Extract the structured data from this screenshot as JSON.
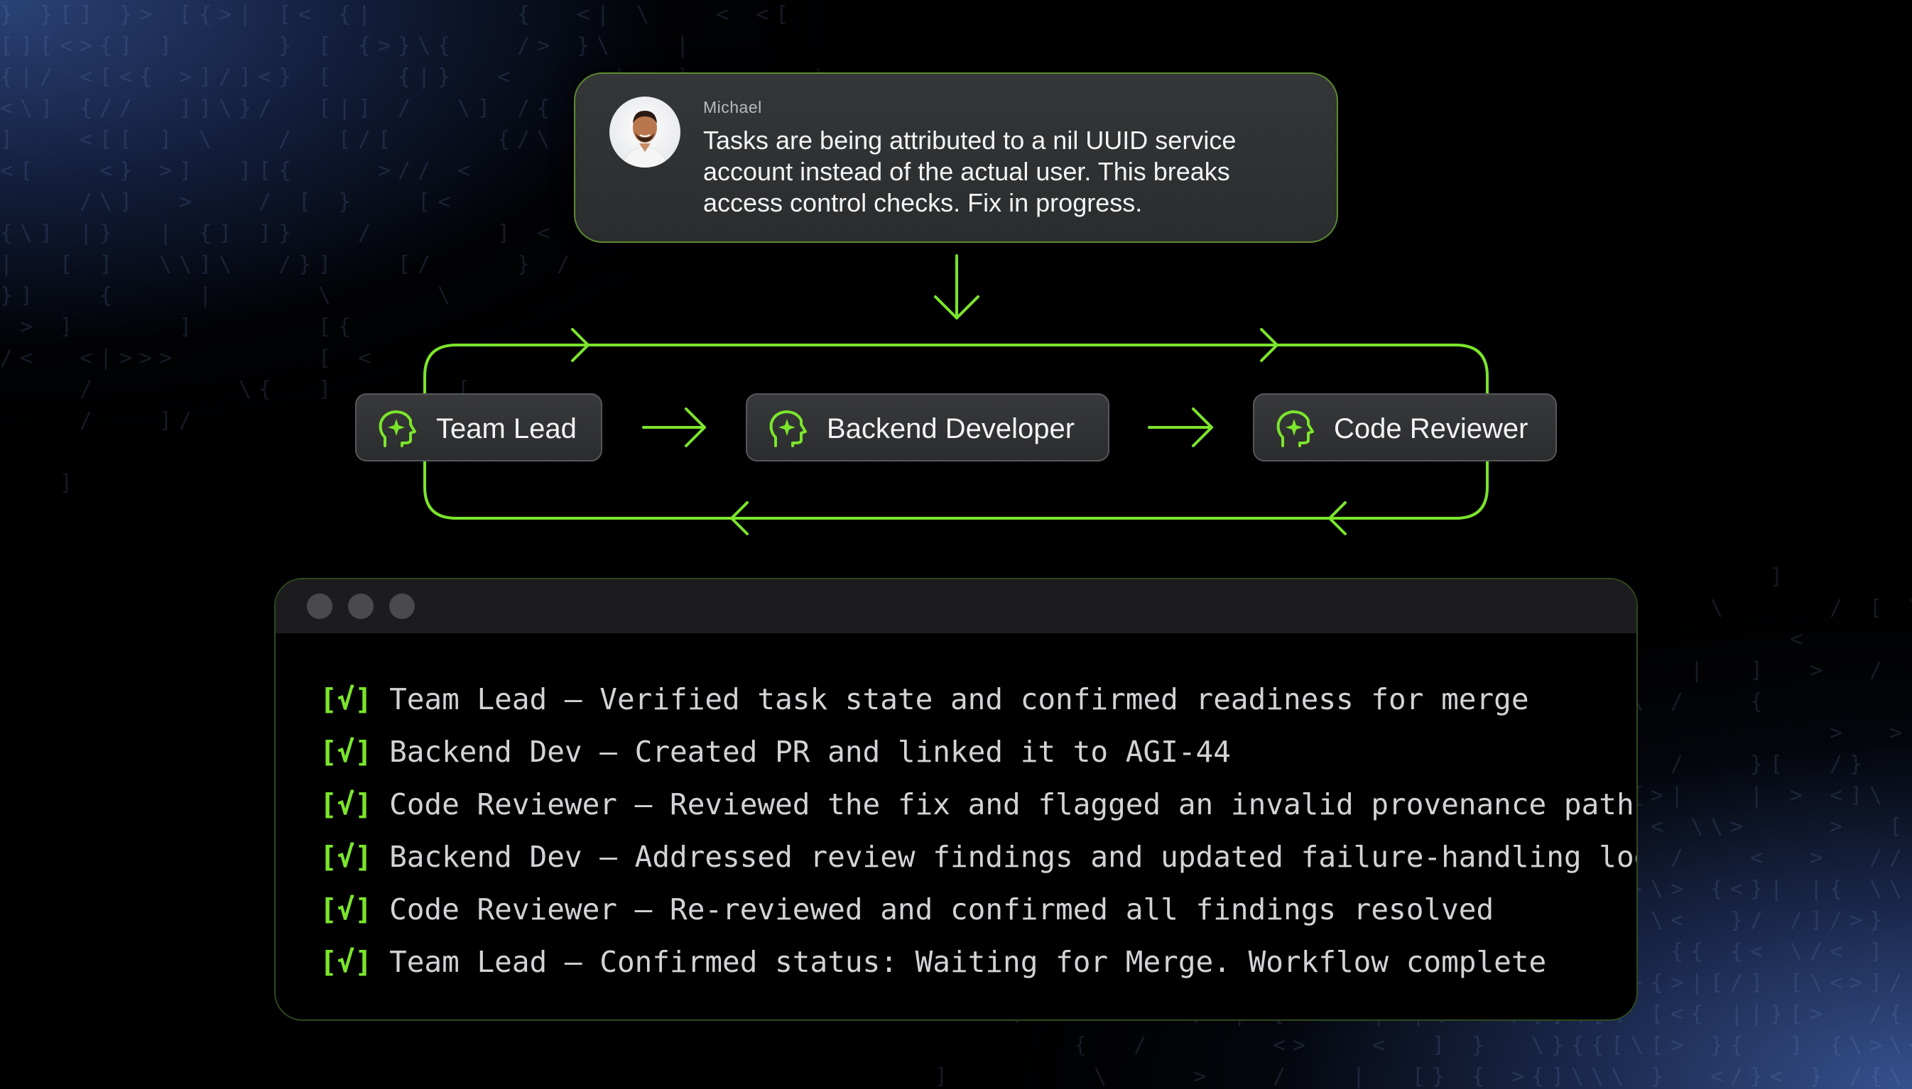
{
  "message": {
    "sender": "Michael",
    "text": "Tasks are being attributed to a nil UUID service account instead of the actual user. This breaks access control checks. Fix in progress.",
    "avatar_icon": "person-avatar"
  },
  "agents": [
    {
      "label": "Team Lead",
      "icon": "sparkle-head-icon"
    },
    {
      "label": "Backend Developer",
      "icon": "sparkle-head-icon"
    },
    {
      "label": "Code Reviewer",
      "icon": "sparkle-head-icon"
    }
  ],
  "terminal": {
    "window_dots": [
      "dot",
      "dot",
      "dot"
    ],
    "lines": [
      {
        "mark": "[√]",
        "text": "Team Lead — Verified task state and confirmed readiness for merge"
      },
      {
        "mark": "[√]",
        "text": "Backend Dev — Created PR and linked it to AGI-44"
      },
      {
        "mark": "[√]",
        "text": "Code Reviewer — Reviewed the fix and flagged an invalid provenance path"
      },
      {
        "mark": "[√]",
        "text": "Backend Dev — Addressed review findings and updated failure-handling logic"
      },
      {
        "mark": "[√]",
        "text": "Code Reviewer — Re-reviewed and confirmed all findings resolved"
      },
      {
        "mark": "[√]",
        "text": "Team Lead — Confirmed status: Waiting for Merge. Workflow complete"
      }
    ]
  },
  "colors": {
    "accent": "#7be52b",
    "card_border": "#5e8a2c",
    "terminal_border": "#2f4a1f",
    "text": "#f4f4f4",
    "log_text": "#d2d3d5"
  }
}
